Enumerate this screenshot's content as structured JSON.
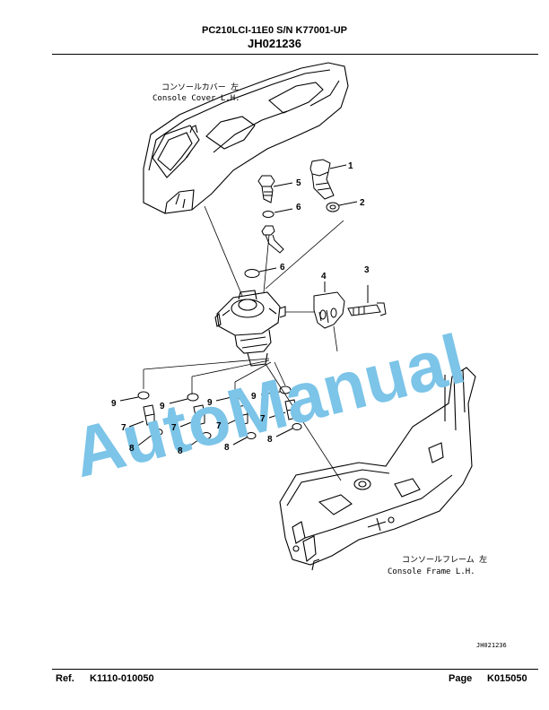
{
  "header": {
    "model_line": "PC210LCI-11E0 S/N K77001-UP",
    "code_line": "JH021236"
  },
  "labels": {
    "console_cover_jp": "コンソールカバー 左",
    "console_cover_en": "Console Cover L.H.",
    "console_frame_jp": "コンソールフレーム 左",
    "console_frame_en": "Console Frame L.H.",
    "drawing_id": "JH021236"
  },
  "callouts": {
    "c1": "1",
    "c2": "2",
    "c3": "3",
    "c4": "4",
    "c5": "5",
    "c6a": "6",
    "c6b": "6",
    "c7a": "7",
    "c7b": "7",
    "c7c": "7",
    "c7d": "7",
    "c8a": "8",
    "c8b": "8",
    "c8c": "8",
    "c8d": "8",
    "c9a": "9",
    "c9b": "9",
    "c9c": "9",
    "c9d": "9"
  },
  "watermark": "AutoManual",
  "footer": {
    "ref_label": "Ref.",
    "ref_value": "K1110-010050",
    "page_label": "Page",
    "page_value": "K015050"
  },
  "colors": {
    "watermark": "#7cc4e8",
    "line": "#000000"
  }
}
